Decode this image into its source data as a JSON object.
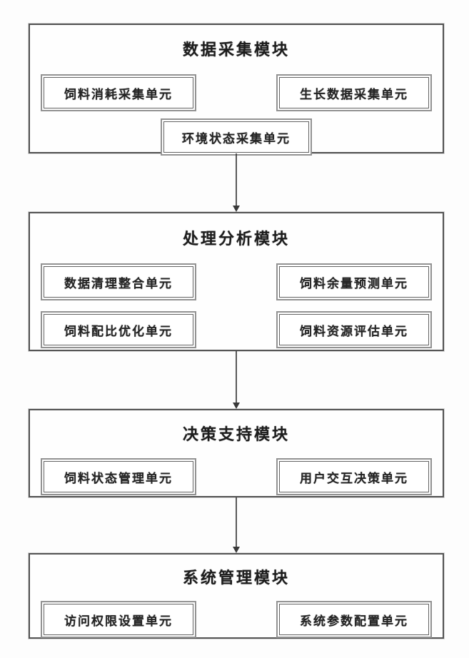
{
  "diagram": {
    "modules": [
      {
        "title": "数据采集模块",
        "units": [
          "饲料消耗采集单元",
          "生长数据采集单元",
          "环境状态采集单元"
        ]
      },
      {
        "title": "处理分析模块",
        "units": [
          "数据清理整合单元",
          "饲料余量预测单元",
          "饲料配比优化单元",
          "饲料资源评估单元"
        ]
      },
      {
        "title": "决策支持模块",
        "units": [
          "饲料状态管理单元",
          "用户交互决策单元"
        ]
      },
      {
        "title": "系统管理模块",
        "units": [
          "访问权限设置单元",
          "系统参数配置单元"
        ]
      }
    ],
    "colors": {
      "line": "#2d2d2d",
      "text": "#222222",
      "background": "#fdfdfd"
    }
  }
}
